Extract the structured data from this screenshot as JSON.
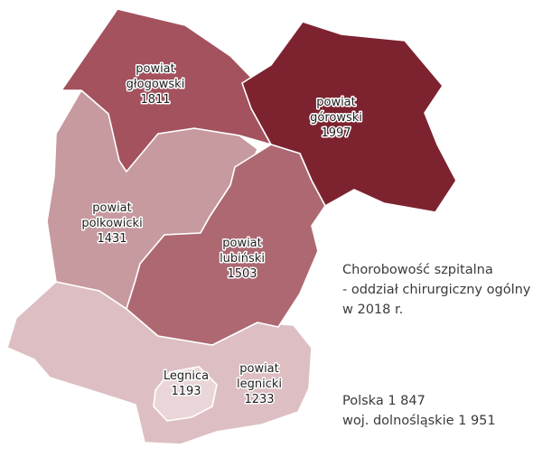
{
  "regions": [
    {
      "id": "glogowski",
      "name_lines": [
        "powiat",
        "głogowski"
      ],
      "value": "1811",
      "fill": "#a3525e"
    },
    {
      "id": "gorowski",
      "name_lines": [
        "powiat",
        "górowski"
      ],
      "value": "1997",
      "fill": "#7d2330"
    },
    {
      "id": "polkowicki",
      "name_lines": [
        "powiat",
        "polkowicki"
      ],
      "value": "1431",
      "fill": "#c79aa0"
    },
    {
      "id": "lubinski",
      "name_lines": [
        "powiat",
        "lubiński"
      ],
      "value": "1503",
      "fill": "#ad6871"
    },
    {
      "id": "legnicki",
      "name_lines": [
        "powiat",
        "legnicki"
      ],
      "value": "1233",
      "fill": "#ddbfc3"
    },
    {
      "id": "legnica",
      "name_lines": [
        "Legnica"
      ],
      "value": "1193",
      "fill": "#ead6d8"
    }
  ],
  "legend": {
    "line1": "Chorobowość szpitalna",
    "line2": "- oddział chirurgiczny ogólny",
    "line3": "w 2018 r."
  },
  "reference": {
    "poland": "Polska 1 847",
    "voivodeship": "woj. dolnośląskie 1 951"
  }
}
